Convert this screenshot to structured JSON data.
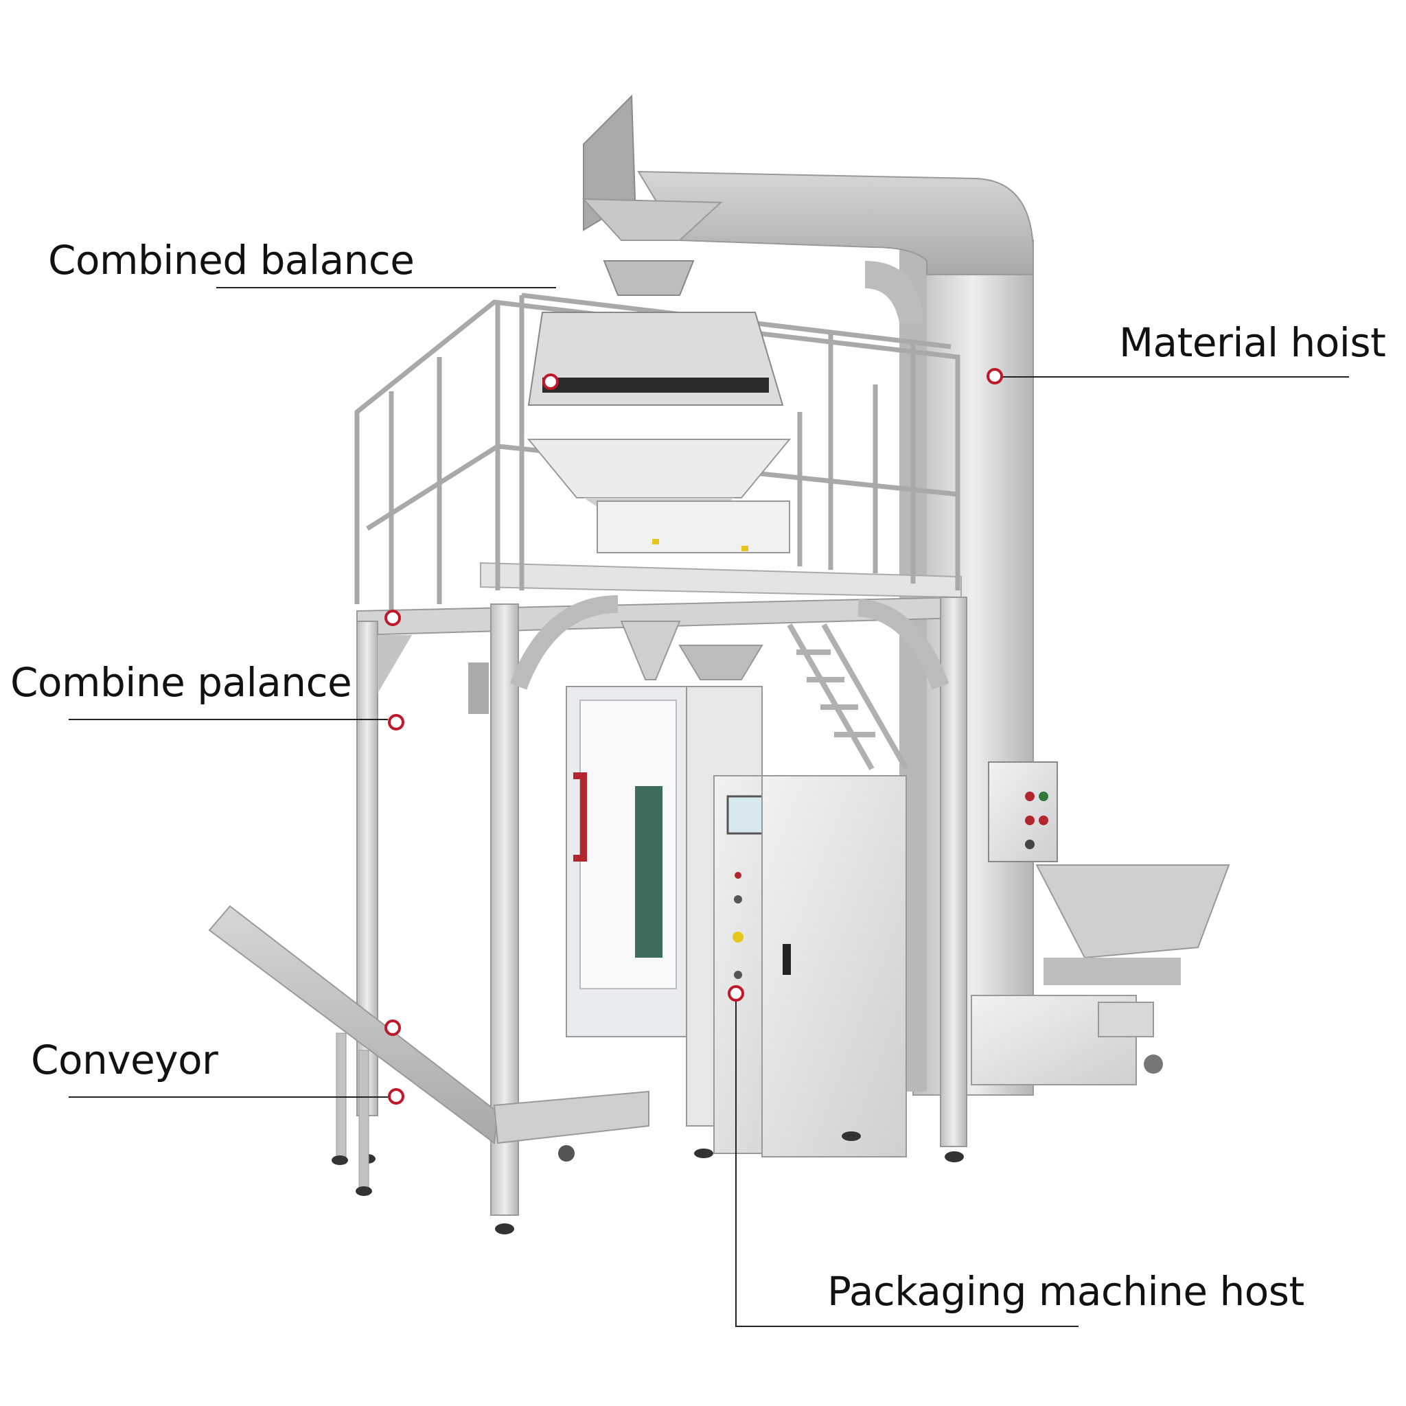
{
  "labels": {
    "combined_balance": "Combined balance",
    "material_hoist": "Material hoist",
    "combine_palance": "Combine palance",
    "conveyor": "Conveyor",
    "packaging_machine_host": "Packaging machine host"
  },
  "colors": {
    "marker": "#c0182a",
    "leader_line": "#222222",
    "steel_light": "#e6e6e6",
    "steel_mid": "#c9c9c9",
    "steel_dark": "#8d8d8d"
  }
}
